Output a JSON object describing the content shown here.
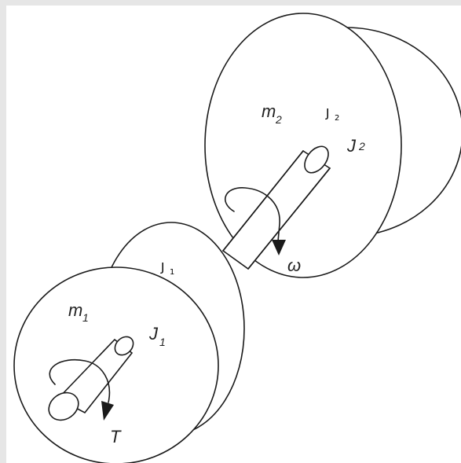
{
  "labels": {
    "m1": "m",
    "m1_sub": "1",
    "J1_italic": "J",
    "J1_italic_sub": "1",
    "J1_overlay": "J",
    "J1_overlay_sub": "1",
    "m2": "m",
    "m2_sub": "2",
    "J2_overlay": "J",
    "J2_overlay_sub": "2",
    "J2_partial": "J",
    "J2_partial_sub": "2",
    "omega": "ω",
    "torque": "T"
  },
  "colors": {
    "ink": "#1a1a1a",
    "background": "#ffffff",
    "frame": "#e6e6e6"
  }
}
